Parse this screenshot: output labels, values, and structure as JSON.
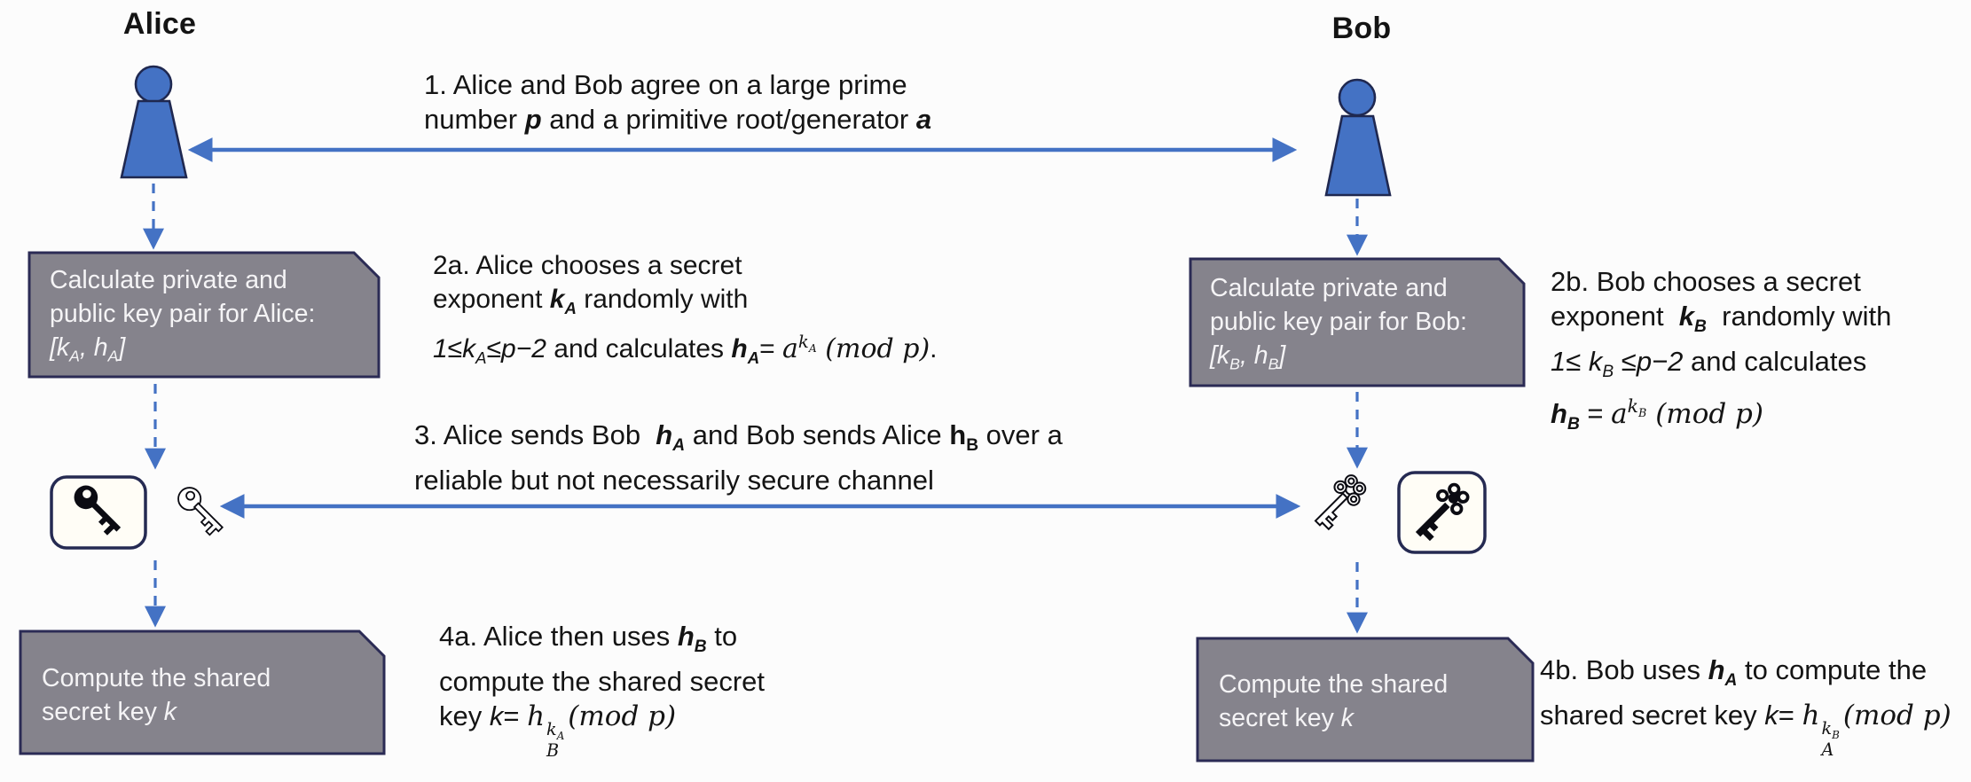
{
  "palette": {
    "accent_blue": "#4472C4",
    "dark_navy": "#272A55",
    "box_gray": "#85838C",
    "box_text_white": "#F5F4F6",
    "key_black": "#0B0B12",
    "background": "#FCFCFC"
  },
  "actors": {
    "alice": "Alice",
    "bob": "Bob"
  },
  "annotations": {
    "step1": [
      "1. Alice and Bob agree on a large prime",
      "number <b><i>p</i></b> and a primitive root/generator <b><i>a</i></b>"
    ],
    "step2a": [
      "2a. Alice chooses a secret",
      "exponent <b><i>k<sub>A</sub></i></b> randomly with",
      "<i>1≤k<sub>A</sub>≤p−2</i> and calculates <b><i>h<sub>A</sub></i></b>=&nbsp;<span class='mm'>a<sup>k<sub>A</sub></sup> (mod p)</span>."
    ],
    "step3": [
      "3. Alice sends Bob&nbsp; <b><i>h<sub>A</sub></i></b> and Bob sends Alice <b>h<sub>B</sub></b> over a",
      "reliable but not necessarily secure channel"
    ],
    "step4a": [
      "4a. Alice then uses <b><i>h<sub>B</sub></i></b> to",
      "compute the shared secret",
      "key <i>k</i>=&nbsp;<span class='mm'>h</span><span class='stk'><span>k<sub>A</sub></span><span>B</span></span><span class='mm'>(mod p)</span>"
    ],
    "step2b": [
      "2b. Bob chooses a secret",
      "exponent&nbsp; <b><i>k<sub>B</sub></i></b>&nbsp; randomly with",
      "<i>1≤ k<sub>B</sub> ≤p−2</i> and calculates",
      "<b><i>h<sub>B</sub></i></b> =&nbsp;<span class='mm'>a<sup>k<sub>B</sub></sup> (mod p)</span>"
    ],
    "step4b": [
      "4b. Bob uses <b><i>h<sub>A</sub></i></b> to compute the",
      "shared secret key <i>k</i>=&nbsp;<span class='mm'>h</span><span class='stk'><span>k<sub>B</sub></span><span>A</span></span><span class='mm'>(mod p)</span>"
    ]
  },
  "boxes": {
    "alice_keypair": [
      "Calculate private and",
      "public key pair for Alice:",
      "<i>[k<sub>A</sub>, h<sub>A</sub>]</i>"
    ],
    "bob_keypair": [
      "Calculate private and",
      "public key pair for Bob:",
      "<i>[k<sub>B</sub>, h<sub>B</sub>]</i>"
    ],
    "alice_compute": [
      "Compute the shared",
      "secret key <i>k</i>"
    ],
    "bob_compute": [
      "Compute the shared",
      "secret key <i>k</i>"
    ]
  },
  "icons": {
    "alice_private": "solid-key-icon",
    "alice_public": "outline-key-icon",
    "bob_private": "solid-ornate-key-icon",
    "bob_public": "outline-ornate-key-icon"
  }
}
